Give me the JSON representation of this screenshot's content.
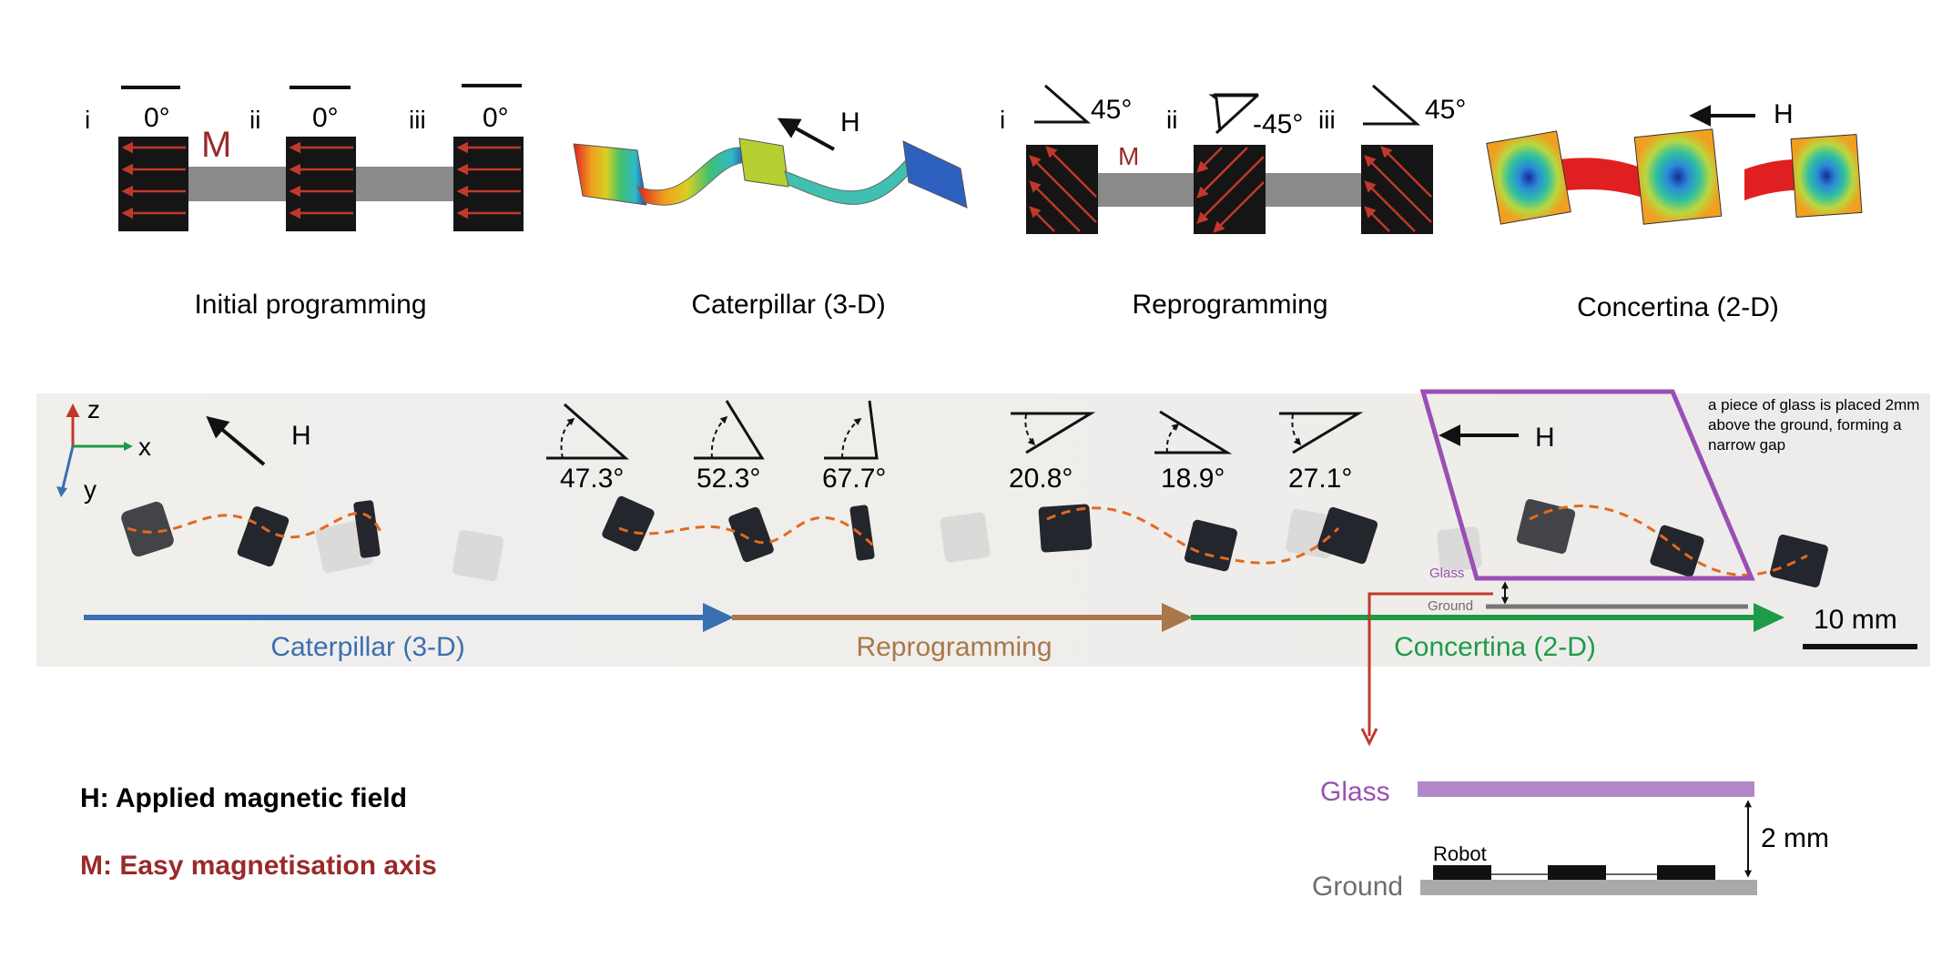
{
  "colors": {
    "red": "#c0392b",
    "caterpillar_blue": "#3a6fb0",
    "reprogramming_brown": "#a8784a",
    "concertina_green": "#1e9b48",
    "glass_purple": "#9b4fb5",
    "glass_fill": "#b289c6",
    "ground_grey": "#8f8f8f",
    "m_label": "#9a2a2a",
    "link_beam": "#8a8a8a"
  },
  "top_row": {
    "initial_programming": {
      "caption": "Initial programming",
      "labels": [
        "i",
        "ii",
        "iii"
      ],
      "angle_labels": [
        "0°",
        "0°",
        "0°"
      ],
      "m_label": "M"
    },
    "caterpillar": {
      "caption": "Caterpillar (3-D)",
      "field_label": "H"
    },
    "reprogramming": {
      "caption": "Reprogramming",
      "labels": [
        "i",
        "ii",
        "iii"
      ],
      "angle_labels": [
        "45°",
        "-45°",
        "45°"
      ],
      "m_label": "M"
    },
    "concertina": {
      "caption": "Concertina (2-D)",
      "field_label": "H"
    }
  },
  "photo_strip": {
    "axes": {
      "z": "z",
      "x": "x",
      "y": "y"
    },
    "field_label_left": "H",
    "field_label_right": "H",
    "angles": [
      "47.3°",
      "52.3°",
      "67.7°",
      "20.8°",
      "18.9°",
      "27.1°"
    ],
    "glass_note": "a piece of glass is placed 2mm above the ground, forming a narrow gap",
    "glass_small": "Glass",
    "ground_small": "Ground",
    "scale_bar": "10 mm",
    "phases": [
      "Caterpillar (3-D)",
      "Reprogramming",
      "Concertina (2-D)"
    ]
  },
  "legend": {
    "h_text": "H: Applied magnetic field",
    "m_text": "M: Easy magnetisation axis"
  },
  "cross_section": {
    "glass": "Glass",
    "ground": "Ground",
    "robot": "Robot",
    "gap": "2 mm"
  }
}
